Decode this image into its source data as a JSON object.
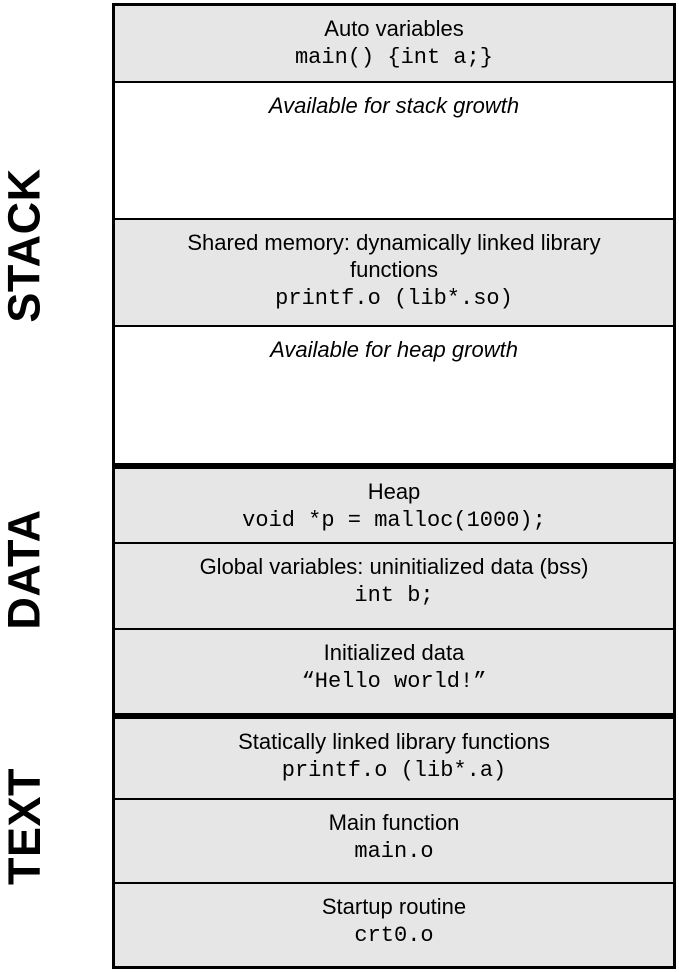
{
  "diagram": {
    "side_labels": [
      {
        "id": "stack",
        "label": "STACK"
      },
      {
        "id": "data",
        "label": "DATA"
      },
      {
        "id": "text",
        "label": "TEXT"
      }
    ],
    "sections": [
      {
        "name": "auto-variables",
        "title": "Auto variables",
        "code": "main() {int a;}"
      },
      {
        "name": "stack-growth",
        "note": "Available for stack growth"
      },
      {
        "name": "shared-memory",
        "title": "Shared memory: dynamically linked library functions",
        "code": "printf.o (lib*.so)"
      },
      {
        "name": "heap-growth",
        "note": "Available for heap growth"
      },
      {
        "name": "heap",
        "title": "Heap",
        "code": "void *p = malloc(1000);"
      },
      {
        "name": "bss",
        "title": "Global variables: uninitialized data (bss)",
        "code": "int b;"
      },
      {
        "name": "initialized-data",
        "title": "Initialized data",
        "code": "“Hello world!”"
      },
      {
        "name": "static-lib",
        "title": "Statically linked library functions",
        "code": "printf.o (lib*.a)"
      },
      {
        "name": "main-function",
        "title": "Main function",
        "code": "main.o"
      },
      {
        "name": "startup-routine",
        "title": "Startup routine",
        "code": "crt0.o"
      }
    ]
  },
  "colors": {
    "section_fill": "#e6e6e6",
    "border": "#000000",
    "background": "#ffffff"
  }
}
